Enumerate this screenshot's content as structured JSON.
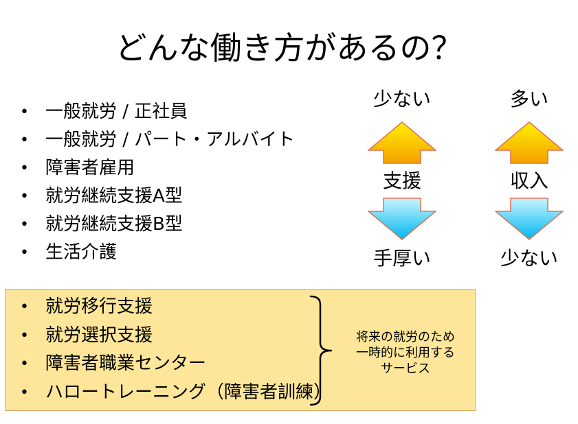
{
  "title": "どんな働き方があるの？",
  "work_types": [
    "一般就労 / 正社員",
    "一般就労 / パート・アルバイト",
    "障害者雇用",
    "就労継続支援A型",
    "就労継続支援B型",
    "生活介護"
  ],
  "future_services": [
    "就労移行支援",
    "就労選択支援",
    "障害者職業センター",
    "ハロートレーニング（障害者訓練）"
  ],
  "future_note": [
    "将来の就労のため",
    "一時的に利用する",
    "サービス"
  ],
  "support_scale": {
    "top": "少ない",
    "middle": "支援",
    "bottom": "手厚い"
  },
  "income_scale": {
    "top": "多い",
    "middle": "収入",
    "bottom": "少ない"
  },
  "bullet": "•",
  "colors": {
    "box_fill": "#fde699",
    "box_border": "#d9a96b",
    "arrow_up_top": "#fff000",
    "arrow_up_bottom": "#f5a000",
    "arrow_down_top": "#c8f4ff",
    "arrow_down_bottom": "#00b8f0",
    "arrow_stroke": "#e07050"
  }
}
